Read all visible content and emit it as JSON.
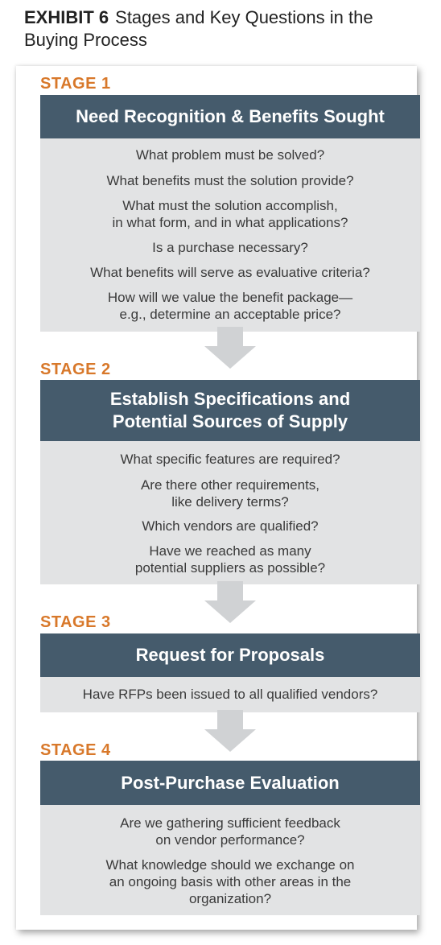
{
  "exhibit": {
    "number": "EXHIBIT 6",
    "title": "Stages and Key Questions in the Buying Process"
  },
  "stages": [
    {
      "label": "STAGE 1",
      "heading": "Need Recognition & Benefits Sought",
      "questions": [
        "What problem must be solved?",
        "What benefits must the solution provide?",
        "What must the solution accomplish,\nin what form, and in what applications?",
        "Is a purchase necessary?",
        "What benefits will serve as evaluative criteria?",
        "How will we value the benefit package—\ne.g., determine an acceptable price?"
      ]
    },
    {
      "label": "STAGE 2",
      "heading": "Establish Specifications and\nPotential Sources of Supply",
      "questions": [
        "What specific features are required?",
        "Are there other requirements,\nlike delivery terms?",
        "Which vendors are qualified?",
        "Have we reached as many\npotential suppliers as possible?"
      ]
    },
    {
      "label": "STAGE 3",
      "heading": "Request for Proposals",
      "questions": [
        "Have RFPs been issued to all qualified vendors?"
      ]
    },
    {
      "label": "STAGE 4",
      "heading": "Post-Purchase Evaluation",
      "questions": [
        "Are we gathering sufficient feedback\non vendor performance?",
        "What knowledge should we exchange on\nan ongoing basis with other areas in the\norganization?"
      ]
    }
  ],
  "colors": {
    "stage_label": "#d8782a",
    "header_bg": "#455b6c",
    "question_bg": "#e2e3e4",
    "arrow": "#d0d2d4"
  }
}
